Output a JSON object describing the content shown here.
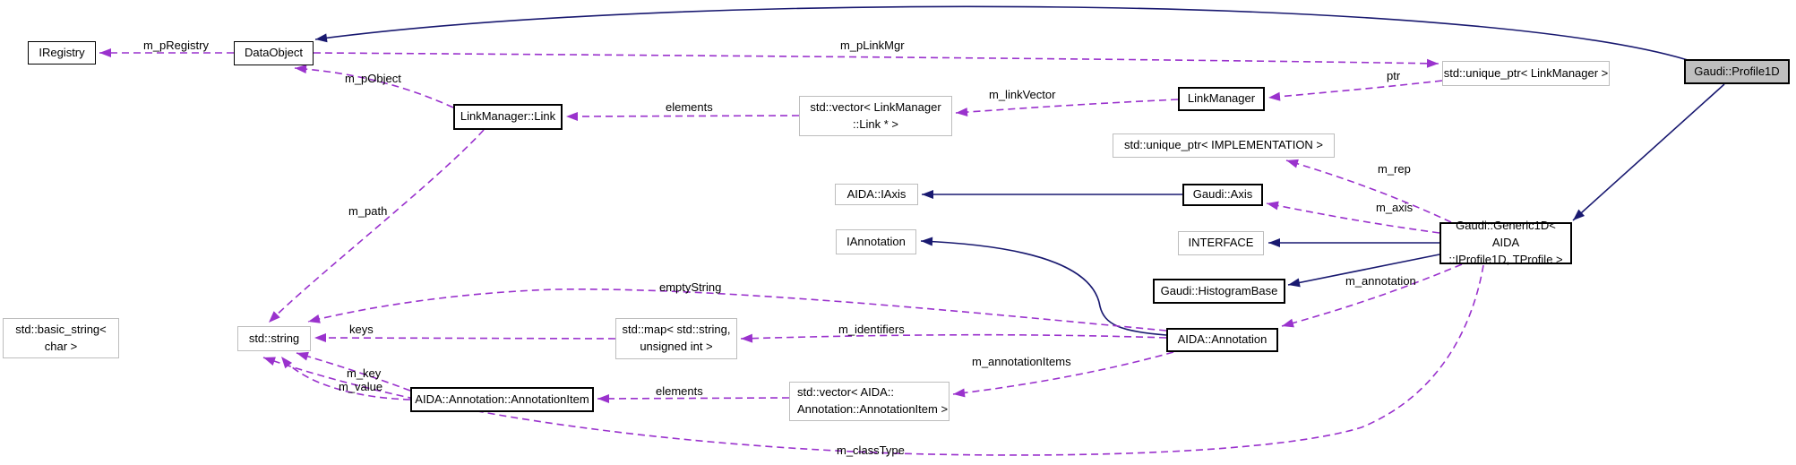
{
  "colors": {
    "inheritance": "#191970",
    "usage": "#9a32cd",
    "node_fill_highlight": "#bfbfbf"
  },
  "nodes": {
    "iregistry": {
      "label": "IRegistry"
    },
    "dataobject": {
      "label": "DataObject"
    },
    "linkmanager_link": {
      "label": "LinkManager::Link"
    },
    "vector_link": {
      "label": "std::vector< LinkManager\n::Link * >"
    },
    "linkmanager": {
      "label": "LinkManager"
    },
    "uniqueptr_linkmanager": {
      "label": "std::unique_ptr< LinkManager >"
    },
    "profile1d": {
      "label": "Gaudi::Profile1D"
    },
    "uniqueptr_implementation": {
      "label": "std::unique_ptr< IMPLEMENTATION >"
    },
    "aida_iaxis": {
      "label": "AIDA::IAxis"
    },
    "gaudi_axis": {
      "label": "Gaudi::Axis"
    },
    "iannotation": {
      "label": "IAnnotation"
    },
    "interface": {
      "label": "INTERFACE"
    },
    "histogrambase": {
      "label": "Gaudi::HistogramBase"
    },
    "aida_annotation": {
      "label": "AIDA::Annotation"
    },
    "generic1d": {
      "label": "Gaudi::Generic1D< AIDA\n::IProfile1D, TProfile >"
    },
    "basic_string": {
      "label": "std::basic_string<\nchar >"
    },
    "std_string": {
      "label": "std::string"
    },
    "std_map": {
      "label": "std::map< std::string,\nunsigned int >"
    },
    "annotationitem": {
      "label": "AIDA::Annotation::AnnotationItem"
    },
    "vector_annotationitem": {
      "label": "std::vector< AIDA::\nAnnotation::AnnotationItem >"
    }
  },
  "edge_labels": {
    "m_pRegistry": "m_pRegistry",
    "m_pLinkMgr": "m_pLinkMgr",
    "m_pObject": "m_pObject",
    "elements_top": "elements",
    "m_linkVector": "m_linkVector",
    "ptr": "ptr",
    "m_rep": "m_rep",
    "m_axis": "m_axis",
    "m_path": "m_path",
    "emptyString": "emptyString",
    "keys": "keys",
    "m_identifiers": "m_identifiers",
    "m_key": "m_key",
    "m_value": "m_value",
    "elements_bottom": "elements",
    "m_annotationItems": "m_annotationItems",
    "m_annotation": "m_annotation",
    "m_classType": "m_classType"
  }
}
